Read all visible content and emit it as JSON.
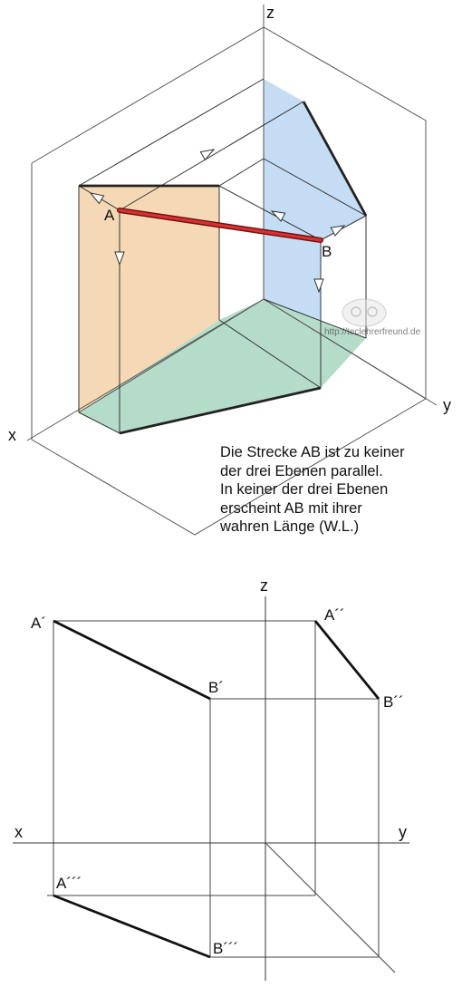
{
  "iso": {
    "axis_z": "z",
    "axis_y": "y",
    "axis_x": "x",
    "point_a": "A",
    "point_b": "B",
    "watermark": "http://teclehrerfreund.de"
  },
  "note": {
    "lines": [
      "Die Strecke AB ist zu keiner",
      "der drei Ebenen parallel.",
      "In keiner der drei Ebenen",
      "erscheint AB mit ihrer",
      "wahren Länge (W.L.)"
    ]
  },
  "ortho": {
    "axis_z": "z",
    "axis_x": "x",
    "axis_y": "y",
    "a1": "A´",
    "b1": "B´",
    "a2": "A´´",
    "b2": "B´´",
    "a3": "A´´´",
    "b3": "B´´´"
  },
  "colors": {
    "front_plane": "#f5d9b4",
    "side_plane": "#c4dcf4",
    "floor_plane": "#b5dcc9",
    "segment": "#cc2222"
  }
}
